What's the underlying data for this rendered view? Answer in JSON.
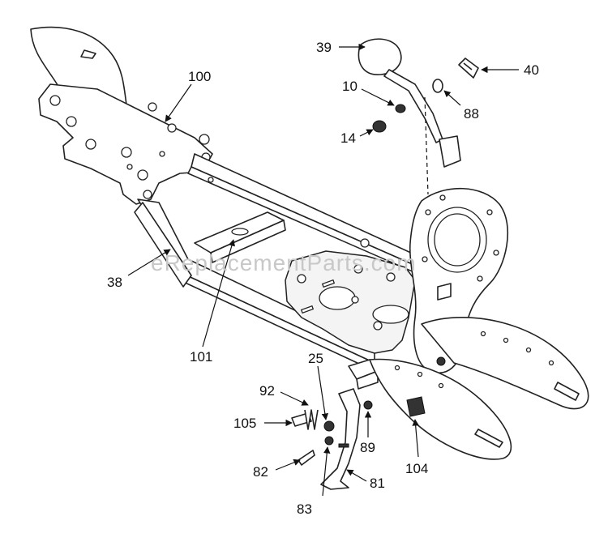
{
  "watermark": "eReplacementParts.com",
  "callouts": {
    "c39": "39",
    "c40": "40",
    "c10": "10",
    "c88": "88",
    "c14": "14",
    "c100": "100",
    "c38": "38",
    "c101": "101",
    "c92": "92",
    "c25": "25",
    "c105": "105",
    "c89": "89",
    "c82": "82",
    "c81": "81",
    "c83": "83",
    "c104": "104"
  }
}
